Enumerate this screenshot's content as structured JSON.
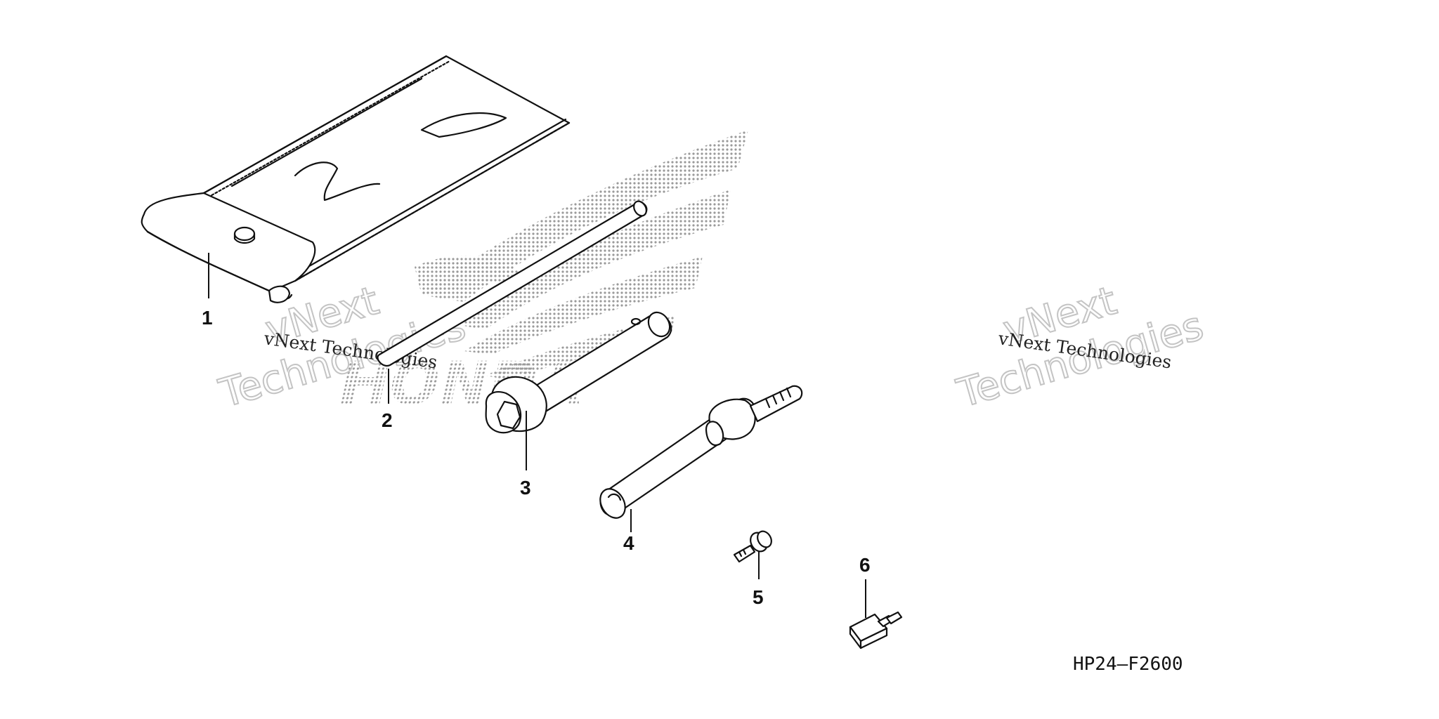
{
  "callouts": [
    "1",
    "2",
    "3",
    "4",
    "5",
    "6"
  ],
  "diagram_code": "HP24—F2600",
  "watermark": {
    "brand_line1": "vNext",
    "brand_line2": "Technologies",
    "brand_full": "vNext Technologies",
    "logo_text": "HONDA"
  },
  "icons": [
    "honda-wing-logo",
    "tool-bag",
    "handle-bar",
    "spark-plug-wrench",
    "socket-wrench",
    "bolt",
    "fuse"
  ],
  "colors": {
    "ink": "#111111",
    "dot_pattern": "#9a9a9a",
    "watermark_outline": "#c4c4c4",
    "background": "#ffffff"
  }
}
